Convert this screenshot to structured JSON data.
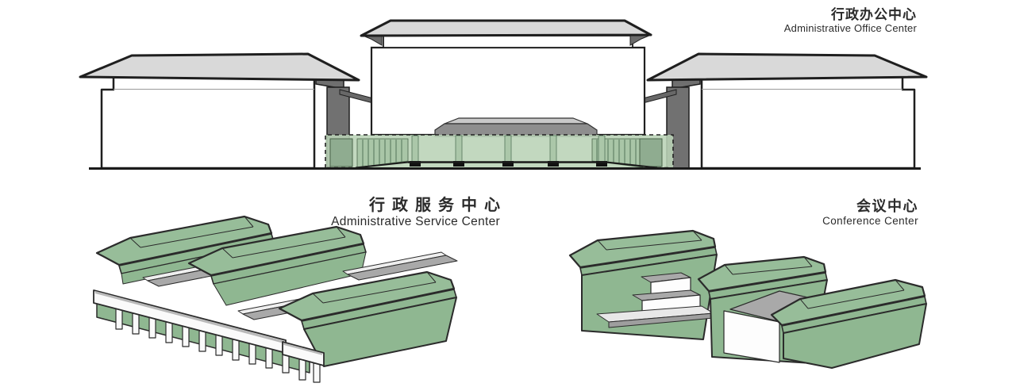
{
  "figures": {
    "office": {
      "zh": "行政办公中心",
      "en": "Administrative Office Center",
      "view": "section elevation with three hip-roof pavilions linked by a low green passage (dashed highlight)"
    },
    "service": {
      "zh": "行政服务中心",
      "en": "Administrative Service Center",
      "view": "axonometric of three parallel green hip-roof volumes over a white colonnade base"
    },
    "conference": {
      "zh": "会议中心",
      "en": "Conference Center",
      "view": "axonometric of three stepped green hip-roof volumes with white terraces and flat link roof"
    }
  },
  "colors": {
    "background": "#ffffff",
    "line": "#1f1f1f",
    "roof_gray": "#d9d9d9",
    "pier_dark_gray": "#6f6f6f",
    "passage_green_light": "#b9d3b6",
    "passage_green_mid": "#a9c6a7",
    "passage_green_dark": "#8fac90",
    "axon_green_roof": "#97bd99",
    "axon_green_wall": "#8fb791",
    "walkway_gray": "#a9a9a9",
    "base_white": "#fafafa",
    "text": "#2b2b2b"
  }
}
